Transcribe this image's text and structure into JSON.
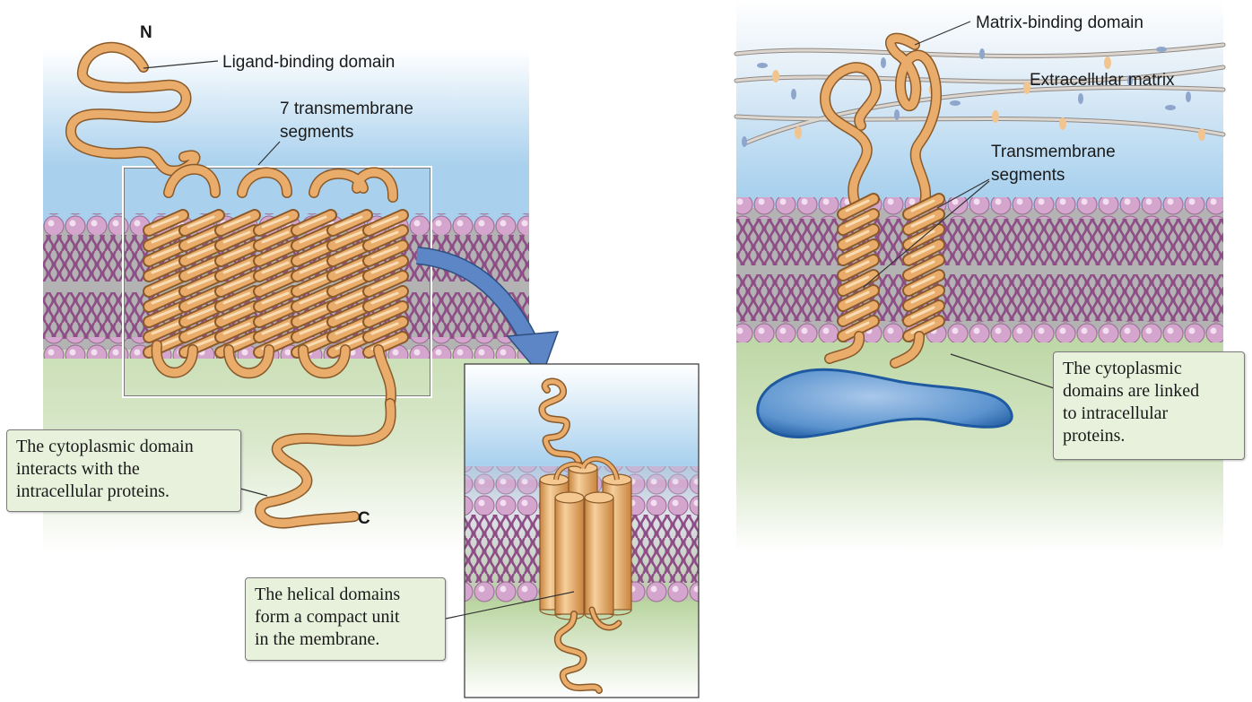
{
  "left_panel": {
    "n_terminus": "N",
    "c_terminus": "C",
    "ligand_label": "Ligand-binding domain",
    "tm_label_line1": "7 transmembrane",
    "tm_label_line2": "segments",
    "callout_lines": [
      "The cytoplasmic domain",
      "interacts with the",
      "intracellular proteins."
    ]
  },
  "inset_panel": {
    "callout_lines": [
      "The helical domains",
      "form a compact unit",
      "in the membrane."
    ]
  },
  "right_panel": {
    "matrix_domain_label": "Matrix-binding domain",
    "ecm_label": "Extracellular matrix",
    "tm_label_line1": "Transmembrane",
    "tm_label_line2": "segments",
    "callout_lines": [
      "The cytoplasmic",
      "domains are linked",
      "to intracellular",
      "proteins."
    ]
  },
  "colors": {
    "extracellular": "#a9d1ee",
    "cytoplasm": "#b7d39c",
    "membrane_core": "#b3b3b3",
    "lipid_head": "#d4a5cd",
    "lipid_tail": "#8e4d86",
    "protein": "#e9ac6a",
    "protein_edge": "#8a5a2a",
    "intracellular_protein": "#3f7fc0",
    "arrow": "#5d86c6",
    "callout_bg": "#e7f1dc"
  }
}
